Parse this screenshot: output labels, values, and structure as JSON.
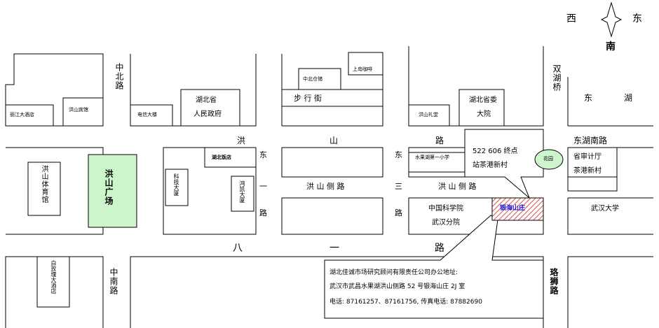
{
  "compass": {
    "west": "西",
    "east": "东",
    "south": "南"
  },
  "roads": {
    "zhongbei": "中北路",
    "zhongnan": "中南路",
    "hongshan_road": [
      "洪",
      "山",
      "路"
    ],
    "donghu_south": "东湖南路",
    "hongshan_side_west": "洪 山 侧 路",
    "hongshan_side_east": "洪 山 侧 路",
    "east_ring_a": [
      "东",
      "一",
      "路"
    ],
    "east_ring_b": [
      "东",
      "三",
      "路"
    ],
    "bayi": [
      "八",
      "一",
      "路"
    ],
    "shuanghuqiao": "双湖桥",
    "donghu": [
      "东",
      "湖"
    ],
    "luoshi": "珞狮路",
    "pedestrian": "步  行  街"
  },
  "places": {
    "lijiang": "丽江大酒店",
    "hongshan_hotel": "洪山宾馆",
    "dianxin": "电信大楼",
    "hubei_gov_1": "湖北省",
    "hubei_gov_2": "人民政府",
    "zhongbei_store": "中北仓储",
    "shangdao": "上岛咖啡",
    "hongshan_gift": "洪山礼堂",
    "hubei_com_1": "湖北省委",
    "hubei_com_2": "大院",
    "hongshan_gym": "洪山体育馆",
    "hongshan_square": "洪山广场",
    "hubei_hotel": "湖北饭店",
    "keji": "科技大厦",
    "shuanglong": "鸿凯大厦",
    "shuiguohu_school": "水果湖第一小学",
    "bus_1": "522 606 终点",
    "bus_2": "站茶港新村",
    "garden": "花园",
    "audit_1": "省审计厅",
    "audit_2": "茶港新村",
    "cas_1": "中国科学院",
    "cas_2": "武汉分院",
    "target": "银海山庄",
    "whu": "武汉大学",
    "baimeigui": "白玫瑰大酒店"
  },
  "info": {
    "line1": "湖北佳诚市场研究顾问有限责任公司办公地址:",
    "line2": "武汉市武昌水果湖洪山侧路 52 号银海山庄 2J 室",
    "line3": "电话: 87161257、87161756, 传真电话: 87882690"
  },
  "colors": {
    "square": "#ccf5cc",
    "garden": "#ccf5cc",
    "target_hatch": "#e05050",
    "target_text": "#1c1cdc"
  }
}
